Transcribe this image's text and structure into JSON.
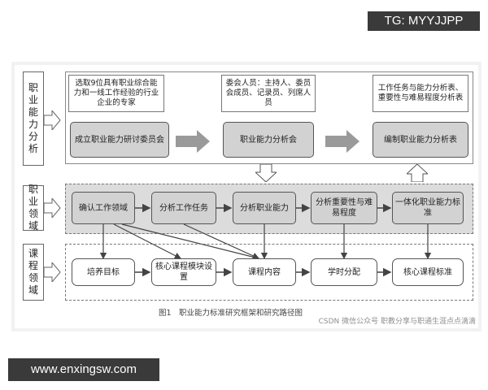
{
  "watermark_top": "TG: MYYJJPP",
  "watermark_bottom": "www.enxingsw.com",
  "rows": {
    "row1_label": "职业能力分析",
    "row2_label": "职业领域",
    "row3_label": "课程领域"
  },
  "top": {
    "note1": "选取9位具有职业综合能力和一线工作经验的行业企业的专家",
    "note2": "委会人员：主持人、委员会成员、记录员、列席人员",
    "note3": "工作任务与能力分析表、重要性与难易程度分析表",
    "box1": "成立职业能力研讨委员会",
    "box2": "职业能力分析会",
    "box3": "编制职业能力分析表"
  },
  "mid": {
    "n1": "确认工作领域",
    "n2": "分析工作任务",
    "n3": "分析职业能力",
    "n4": "分析重要性与难易程度",
    "n5": "一体化职业能力标准"
  },
  "bottom": {
    "c1": "培养目标",
    "c2": "核心课程模块设置",
    "c3": "课程内容",
    "c4": "学时分配",
    "c5": "核心课程标准"
  },
  "caption": "图1　职业能力标准研究框架和研究路径图",
  "credit": "CSDN 微信公众号 职教分享与职通生涯点点滴滴"
}
